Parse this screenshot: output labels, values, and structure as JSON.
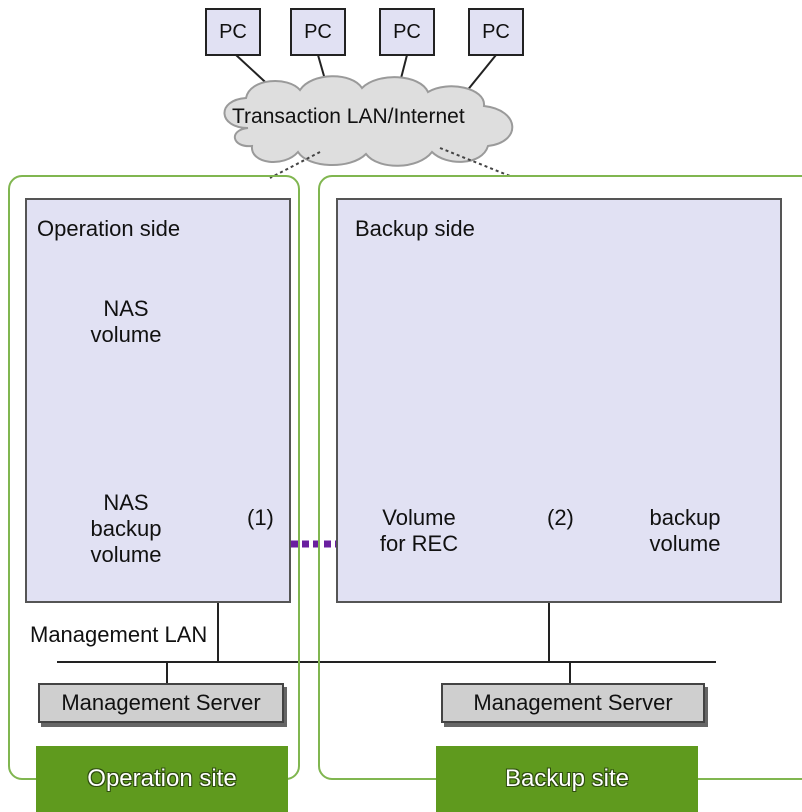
{
  "pcs": [
    "PC",
    "PC",
    "PC",
    "PC"
  ],
  "network": {
    "label": "Transaction LAN/Internet"
  },
  "operation_panel": {
    "title": "Operation side"
  },
  "backup_panel": {
    "title": "Backup side"
  },
  "volumes": {
    "nas": "NAS\nvolume",
    "nas_backup": "NAS\nbackup\nvolume",
    "rec": "Volume\nfor REC",
    "backup": "backup\nvolume"
  },
  "links": {
    "step1": "(1)",
    "step2": "(2)"
  },
  "management_lan": {
    "label": "Management LAN"
  },
  "servers": {
    "left": "Management Server",
    "right": "Management Server"
  },
  "sites": {
    "operation": "Operation site",
    "backup": "Backup site"
  },
  "colors": {
    "panel": "#e1e1f3",
    "cylinder": "#a7d7ee",
    "site_border": "#80b650",
    "site_badge": "#5f9a1e",
    "link": "#6a1fa0"
  }
}
